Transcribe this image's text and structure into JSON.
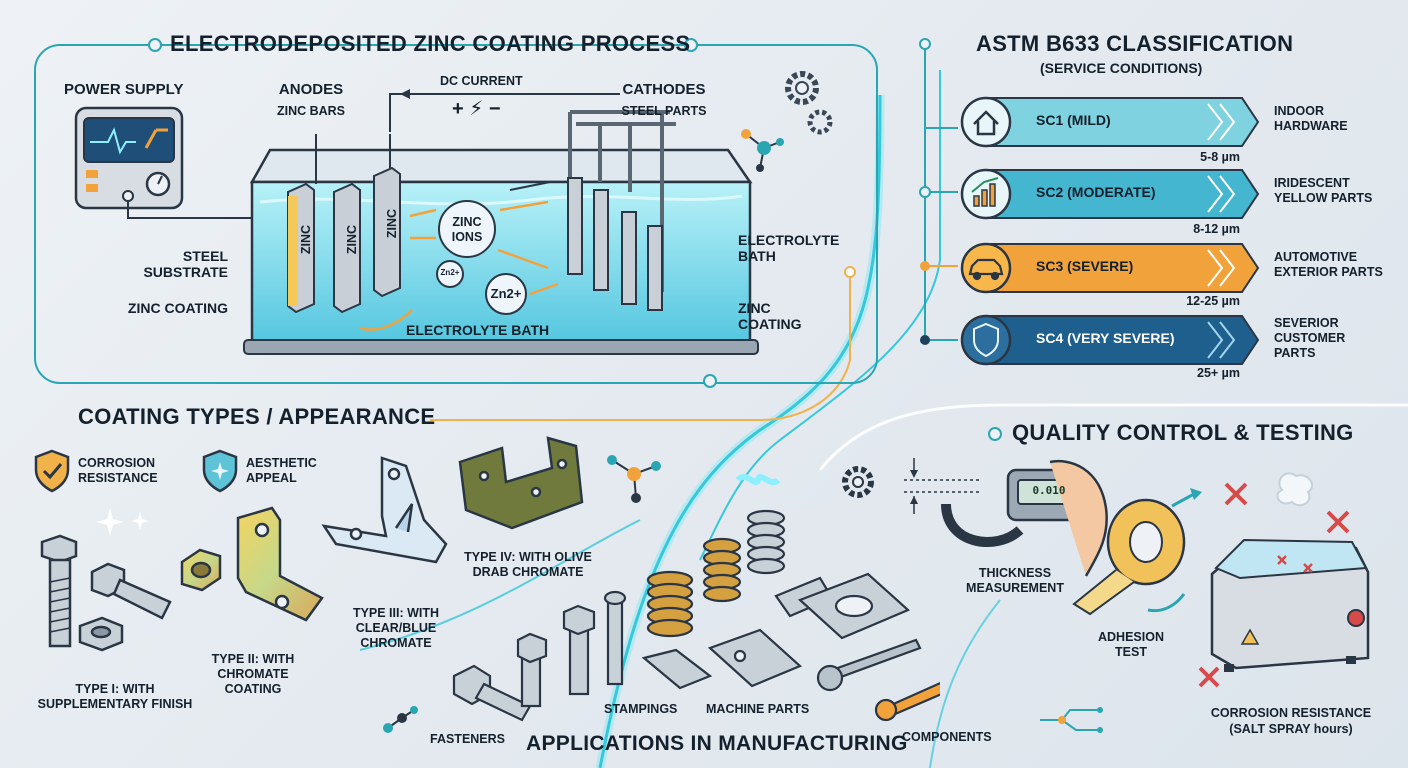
{
  "process": {
    "title": "ELECTRODEPOSITED ZINC COATING PROCESS",
    "power_supply": "POWER SUPPLY",
    "anodes": "ANODES",
    "zinc_bars": "ZINC BARS",
    "dc_current": "DC CURRENT",
    "polarity": "+ ⚡ −",
    "cathodes": "CATHODES",
    "steel_parts": "STEEL PARTS",
    "steel_substrate": "STEEL SUBSTRATE",
    "zinc_coating_left": "ZINC COATING",
    "zinc_coating_right": "ZINC COATING",
    "electrolyte_bath_right": "ELECTROLYTE BATH",
    "electrolyte_bath_center": "ELECTROLYTE BATH",
    "bar_label": "ZINC",
    "zinc_ions": "ZINC IONS",
    "zn_small": "Zn2+",
    "zn_big": "Zn2+"
  },
  "astm": {
    "title": "ASTM B633 CLASSIFICATION",
    "subtitle": "(SERVICE CONDITIONS)",
    "items": [
      {
        "code": "SC1 (MILD)",
        "desc": "INDOOR HARDWARE",
        "thickness": "5-8 µm",
        "color": "#7fd3e0",
        "icon": "house-icon"
      },
      {
        "code": "SC2 (MODERATE)",
        "desc": "IRIDESCENT YELLOW PARTS",
        "thickness": "8-12 µm",
        "color": "#45b6cf",
        "icon": "bar-chart-icon"
      },
      {
        "code": "SC3 (SEVERE)",
        "desc": "AUTOMOTIVE EXTERIOR PARTS",
        "thickness": "12-25 µm",
        "color": "#f2a23a",
        "icon": "car-icon"
      },
      {
        "code": "SC4 (VERY SEVERE)",
        "desc": "SEVERIOR CUSTOMER PARTS",
        "thickness": "25+ µm",
        "color": "#1f5f8e",
        "icon": "shield-icon"
      }
    ]
  },
  "types": {
    "title": "COATING TYPES / APPEARANCE",
    "corrosion": "CORROSION RESISTANCE",
    "aesthetic": "AESTHETIC APPEAL",
    "type1": "TYPE I: WITH SUPPLEMENTARY FINISH",
    "type2": "TYPE II: WITH CHROMATE COATING",
    "type3": "TYPE III: WITH CLEAR/BLUE CHROMATE",
    "type4": "TYPE IV: WITH OLIVE DRAB CHROMATE"
  },
  "applications": {
    "title": "APPLICATIONS IN MANUFACTURING",
    "fasteners": "FASTENERS",
    "stampings": "STAMPINGS",
    "machine_parts": "MACHINE PARTS",
    "components": "COMPONENTS"
  },
  "qc": {
    "title": "QUALITY CONTROL & TESTING",
    "thickness": "THICKNESS MEASUREMENT",
    "adhesion": "ADHESION TEST",
    "corrosion": "CORROSION RESISTANCE",
    "salt_spray": "(SALT SPRAY hours)",
    "gauge_readout": "0.010"
  },
  "colors": {
    "teal": "#2aa6b2",
    "orange": "#f2a23a",
    "navy": "#1f5f8e",
    "bath": "#8fe0ec"
  }
}
